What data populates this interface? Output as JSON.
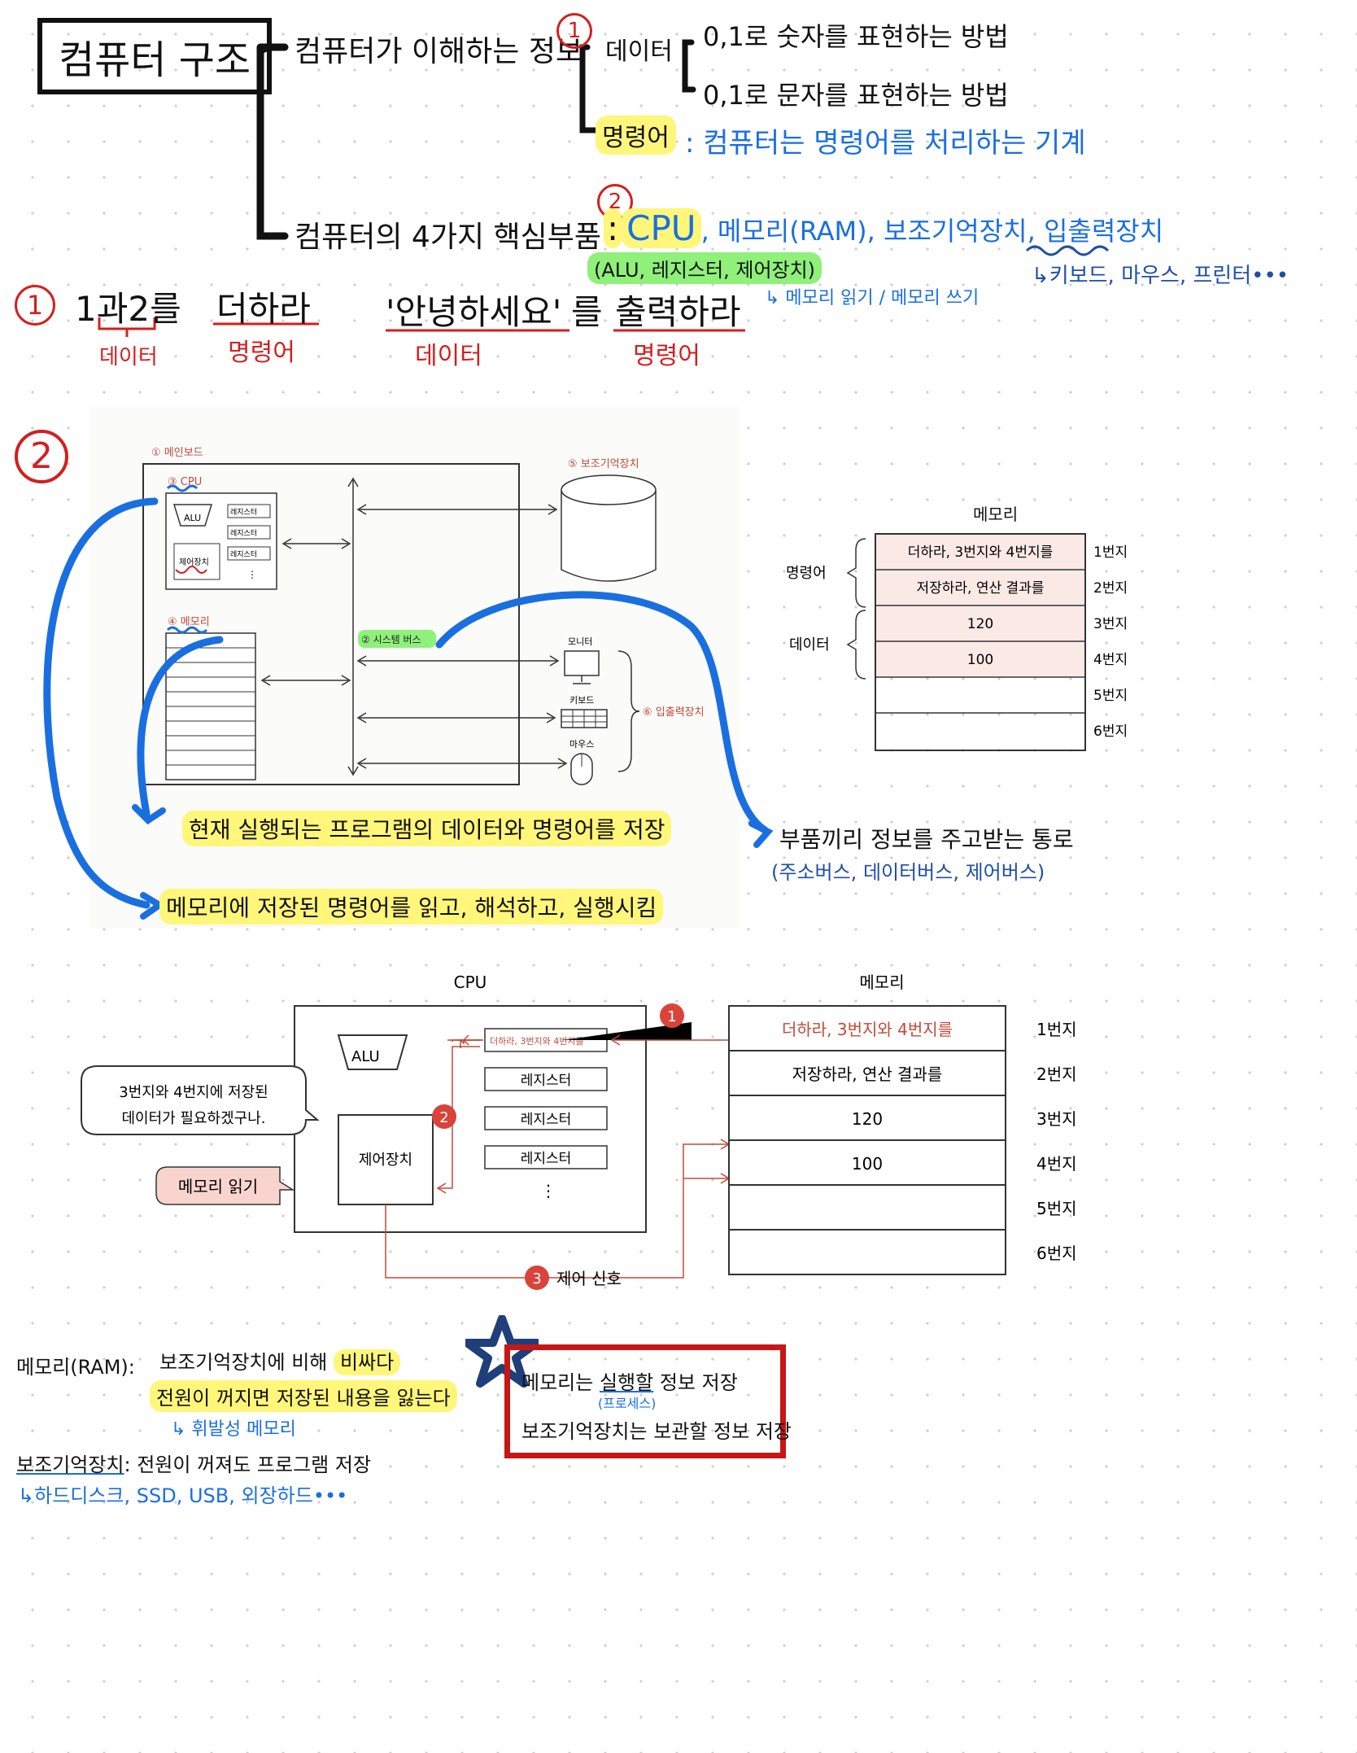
{
  "title": "컴퓨터 구조",
  "branch1": {
    "label": "컴퓨터가 이해하는 정보",
    "num": "1",
    "data_label": "데이터",
    "data_item1": "0,1로 숫자를 표현하는 방법",
    "data_item2": "0,1로 문자를 표현하는 방법",
    "instr_label": "명령어",
    "instr_desc": ": 컴퓨터는 명령어를 처리하는 기계"
  },
  "branch2": {
    "label": "컴퓨터의 4가지 핵심부품",
    "num": "2",
    "colon": ":",
    "cpu": "CPU",
    "rest_a": ", 메모리(RAM), 보조기억장치, ",
    "io": "입출력장치",
    "cpu_parts": "(ALU, 레지스터, 제어장치)",
    "mem_rw": "↳ 메모리 읽기 / 메모리 쓰기",
    "io_examples": "↳키보드, 마우스, 프린터•••"
  },
  "example": {
    "num": "1",
    "a1": "1",
    "a2": "과",
    "a3": "2",
    "a4": "를",
    "a_cmd": "더하라",
    "b_data": "'안녕하세요'",
    "b_mid": "를",
    "b_cmd": "출력하라",
    "lbl_data1": "데이터",
    "lbl_cmd1": "명령어",
    "lbl_data2": "데이터",
    "lbl_cmd2": "명령어"
  },
  "section2_num": "2",
  "diagram1": {
    "mainboard": "① 메인보드",
    "cpu": "③ CPU",
    "alu": "ALU",
    "reg": "레지스터",
    "ctrl": "제어장치",
    "dots": "⋮",
    "memory": "④ 메모리",
    "bus": "② 시스템 버스",
    "storage": "⑤ 보조기억장치",
    "monitor": "모니터",
    "keyboard": "키보드",
    "mouse": "마우스",
    "io": "⑥ 입출력장치"
  },
  "memtable1": {
    "title": "메모리",
    "instr": "명령어",
    "data": "데이터",
    "rows": [
      "더하라, 3번지와 4번지를",
      "저장하라, 연산 결과를",
      "120",
      "100",
      "",
      ""
    ],
    "addrs": [
      "1번지",
      "2번지",
      "3번지",
      "4번지",
      "5번지",
      "6번지"
    ]
  },
  "notes": {
    "memory": "현재 실행되는 프로그램의 데이터와 명령어를 저장",
    "cpu": "메모리에 저장된 명령어를 읽고, 해석하고, 실행시킴",
    "bus": "부품끼리 정보를 주고받는 통로",
    "bus_types": "(주소버스, 데이터버스, 제어버스)"
  },
  "diagram2": {
    "cpu": "CPU",
    "memory": "메모리",
    "alu": "ALU",
    "reg_first": "더하라, 3번지와 4번지를",
    "reg": "레지스터",
    "ctrl": "제어장치",
    "dots": "⋮",
    "bubble": [
      "3번지와 4번지에 저장된",
      "데이터가 필요하겠구나."
    ],
    "mem_read": "메모리 읽기",
    "step1": "1",
    "step2": "2",
    "step3": "3",
    "ctrl_signal": "제어 신호",
    "rows": [
      "더하라, 3번지와 4번지를",
      "저장하라, 연산 결과를",
      "120",
      "100",
      "",
      ""
    ],
    "addrs": [
      "1번지",
      "2번지",
      "3번지",
      "4번지",
      "5번지",
      "6번지"
    ]
  },
  "bottom": {
    "ram_label": "메모리(RAM):",
    "ram_1a": "보조기억장치에 비해 ",
    "ram_1b": "비싸다",
    "ram_2": "전원이 꺼지면 저장된 내용을 잃는다",
    "volatile": "↳ 휘발성 메모리",
    "storage_label": "보조기억장치",
    "storage_desc": ": 전원이 꺼져도 프로그램 저장",
    "storage_ex": "↳하드디스크, SSD, USB, 외장하드•••",
    "box1a": "메모리는 ",
    "box1b": "실행할",
    "box1c": " 정보 저장",
    "box_process": "(프로세스)",
    "box2": "보조기억장치는 보관할 정보 저장"
  },
  "colors": {
    "red": "#d31f1f",
    "blue": "#1a6fe0",
    "highlight": "#fff67a",
    "green_highlight": "#8ff07a",
    "pink_cell": "#fbe9e6"
  }
}
